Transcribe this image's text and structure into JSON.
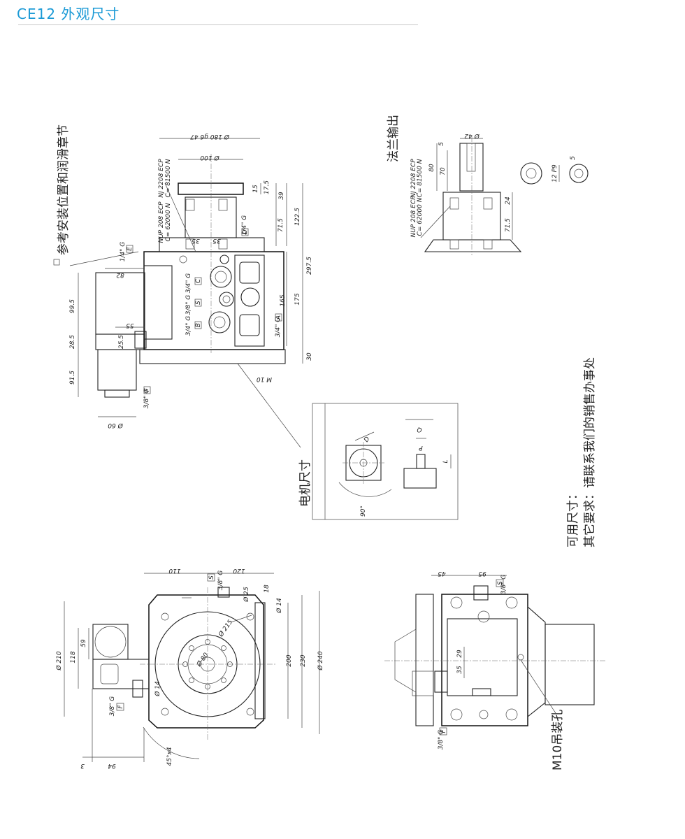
{
  "header": {
    "title": "CE12 外观尺寸"
  },
  "labels": {
    "lubrication_note": "参考安装位置和润滑章节",
    "flange_output": "法兰输出",
    "motor_dims": "电机尺寸",
    "available_dims": "可用尺寸：",
    "other_requirements": "其它要求：请联系我们的销售办事处",
    "lifting_hole": "M10吊装孔"
  },
  "top_left_view": {
    "dims": [
      "Ø 180 g6 47",
      "Ø 100",
      "17.5",
      "15",
      "39",
      "122.5",
      "71.5",
      "297.5",
      "165",
      "175",
      "30",
      "35",
      "35",
      "99.5",
      "28.5",
      "25.5",
      "55",
      "91.5",
      "Ø 60",
      "82",
      "M 10"
    ],
    "ports": [
      "1/4\" G",
      "3/4\" G",
      "3/8\" G",
      "3/4\" G",
      "1/4\" G",
      "3/4\" G",
      "3/8\" G"
    ],
    "port_tags": [
      "E",
      "C",
      "S",
      "B",
      "D",
      "A",
      "F"
    ],
    "bearings": [
      "NJ 2208 ECP",
      "C= 81500 N",
      "NUP 208 ECP",
      "C= 62000 N"
    ]
  },
  "flange_view": {
    "dims": [
      "Ø 42",
      "5",
      "80",
      "70",
      "24",
      "71.5",
      "12 P9",
      "5"
    ],
    "bearings": [
      "NJ 2208 ECP",
      "C= 81500 N",
      "NUP 208 ECP",
      "C= 62000 N"
    ]
  },
  "motor_view": {
    "dims": [
      "Q",
      "P",
      "L",
      "90°"
    ],
    "tags": [
      "D"
    ]
  },
  "bottom_left_view": {
    "dims": [
      "110",
      "120",
      "Ø 25",
      "18",
      "Ø 14",
      "Ø 215",
      "Ø 80",
      "Ø 14",
      "Ø 210",
      "118",
      "59",
      "200",
      "230",
      "Ø 240",
      "45°x4",
      "3",
      "94"
    ],
    "ports": [
      "3/8\" G",
      "3/8\" G"
    ],
    "port_tags": [
      "S",
      "F"
    ]
  },
  "bottom_right_view": {
    "dims": [
      "45",
      "95",
      "29",
      "35"
    ],
    "ports": [
      "3/8\" G",
      "3/8\" G"
    ],
    "port_tags": [
      "S",
      "F"
    ]
  }
}
